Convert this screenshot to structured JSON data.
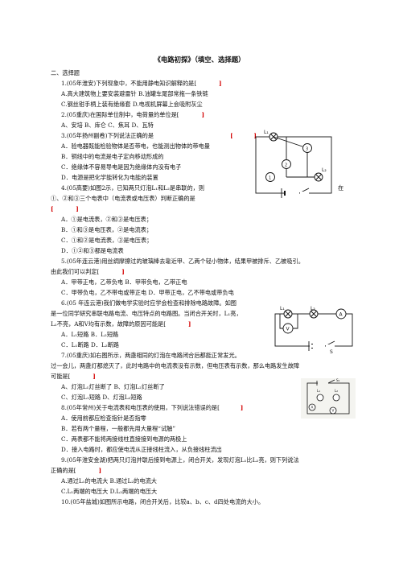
{
  "title": "《电路初探》（填空、选择题）",
  "section": "二、选择题",
  "lines": [
    "1.(05年淮安)下列现象中，不能用静电知识解释的是[",
    "A.高大建筑物上要安装避雷针          B.油罐车尾部常拖一条铁链",
    "C.钢丝钳手柄上装有绝缘套            D.电视机屏幕上会吸附灰尘",
    "2.(05重庆)在国际单位制中，电荷量的单位是[",
    "A、安培      B、库仑      C、焦耳      D、瓦特",
    "3.(05年扬州副卷)下列说法正确的是",
    "A．验电器既能检验物体是否带电，也能测出物体的带电量",
    "B．铜线中的电流是电子定向移动形成的",
    "C．绝缘体不容易导电是因为绝缘体内没有电子",
    "D．电源是把化学能转化为电能的装置",
    "4.(05高要)如图2示，已知两只灯泡L₁和L₂是串联的，则",
    "在",
    "①、②和③三个电表中（电流表或电压表）判断正确的是",
    "[",
    "A．①是电流表，②和③是电压表；",
    "B．①和③是电压表，②是电流表；",
    "C．①和②是电流表，③是电压表；",
    "D．①②和③都是电流表",
    "5.(05年连云港)用丝绸摩擦过的玻璃棒去靠近甲、乙两个轻小物体，结果甲被排斥、乙被吸引。",
    "由此我们可以判定[",
    "A．甲带正电，乙带负电                   B．甲带负电，乙带正电",
    "C．甲带负电，乙不带电或带正电           D．甲带正电，乙不带电或带负电",
    "6.(05 年连云港)我们做电学实验时应学会检查和排除电路故障。如图",
    "是一位同学研究串联电路电流、电压特点的电路图。当闭合开关时，L₁亮，",
    "L₂不亮，A和V均有示数，故障的原因可能是[",
    "A．L₁短路            B．L₂短路",
    "C．L₁断路            D．L₂断路",
    "7.(05重庆)如右图所示，两盏相同的灯泡在电路闭合后都能正常发光。",
    "过一会儿，两盏灯都熄灭了，此时电路中的电流表没有示数，但电压表有示数，那么电路发生故障",
    "可能是[",
    "A、灯泡L₁灯丝断了       B、灯泡L₂灯丝断了",
    "C、灯泡L₁短路           D、灯泡L₂短路",
    "8.(05年常州)关于电流表和电压表的使用，下列说法错误的是[",
    "A．使用前都应检查指针是否指零",
    "B．若有两个量程，一般都先用大量程“试触”",
    "C．两表都不能将两接线柱直接接到电源的两极上",
    "D．接入电路时，都应使电流从正接线柱流入，从负接线柱流出",
    "9.(05年淮安金湖)把两只灯泡并联后接到电源上，闭合开关，发现灯泡L₁比L₂亮，则下列说法",
    "正确的是[",
    "A.通过L₁的电流大                    B.通过L₂的电流大",
    "C.L₁两端的电压大                    D.L₂两端的电压大",
    "10.(05年盐城)如图所示电路，闭合开关后，比较a、b、c、d四处电流的大小。"
  ],
  "bracket_close": "]",
  "figure_labels": {
    "fig2": {
      "l1": "L₁",
      "l2": "L₂",
      "m1": "1",
      "m2": "2",
      "m3": "3"
    },
    "fig6": {
      "l1": "L₁",
      "l2": "L₂",
      "v": "V",
      "a": "A",
      "s": "S"
    },
    "fig7": {
      "s1": "S₁",
      "l1": "L₁",
      "l2": "L₂",
      "a": "A",
      "v": "V"
    }
  }
}
